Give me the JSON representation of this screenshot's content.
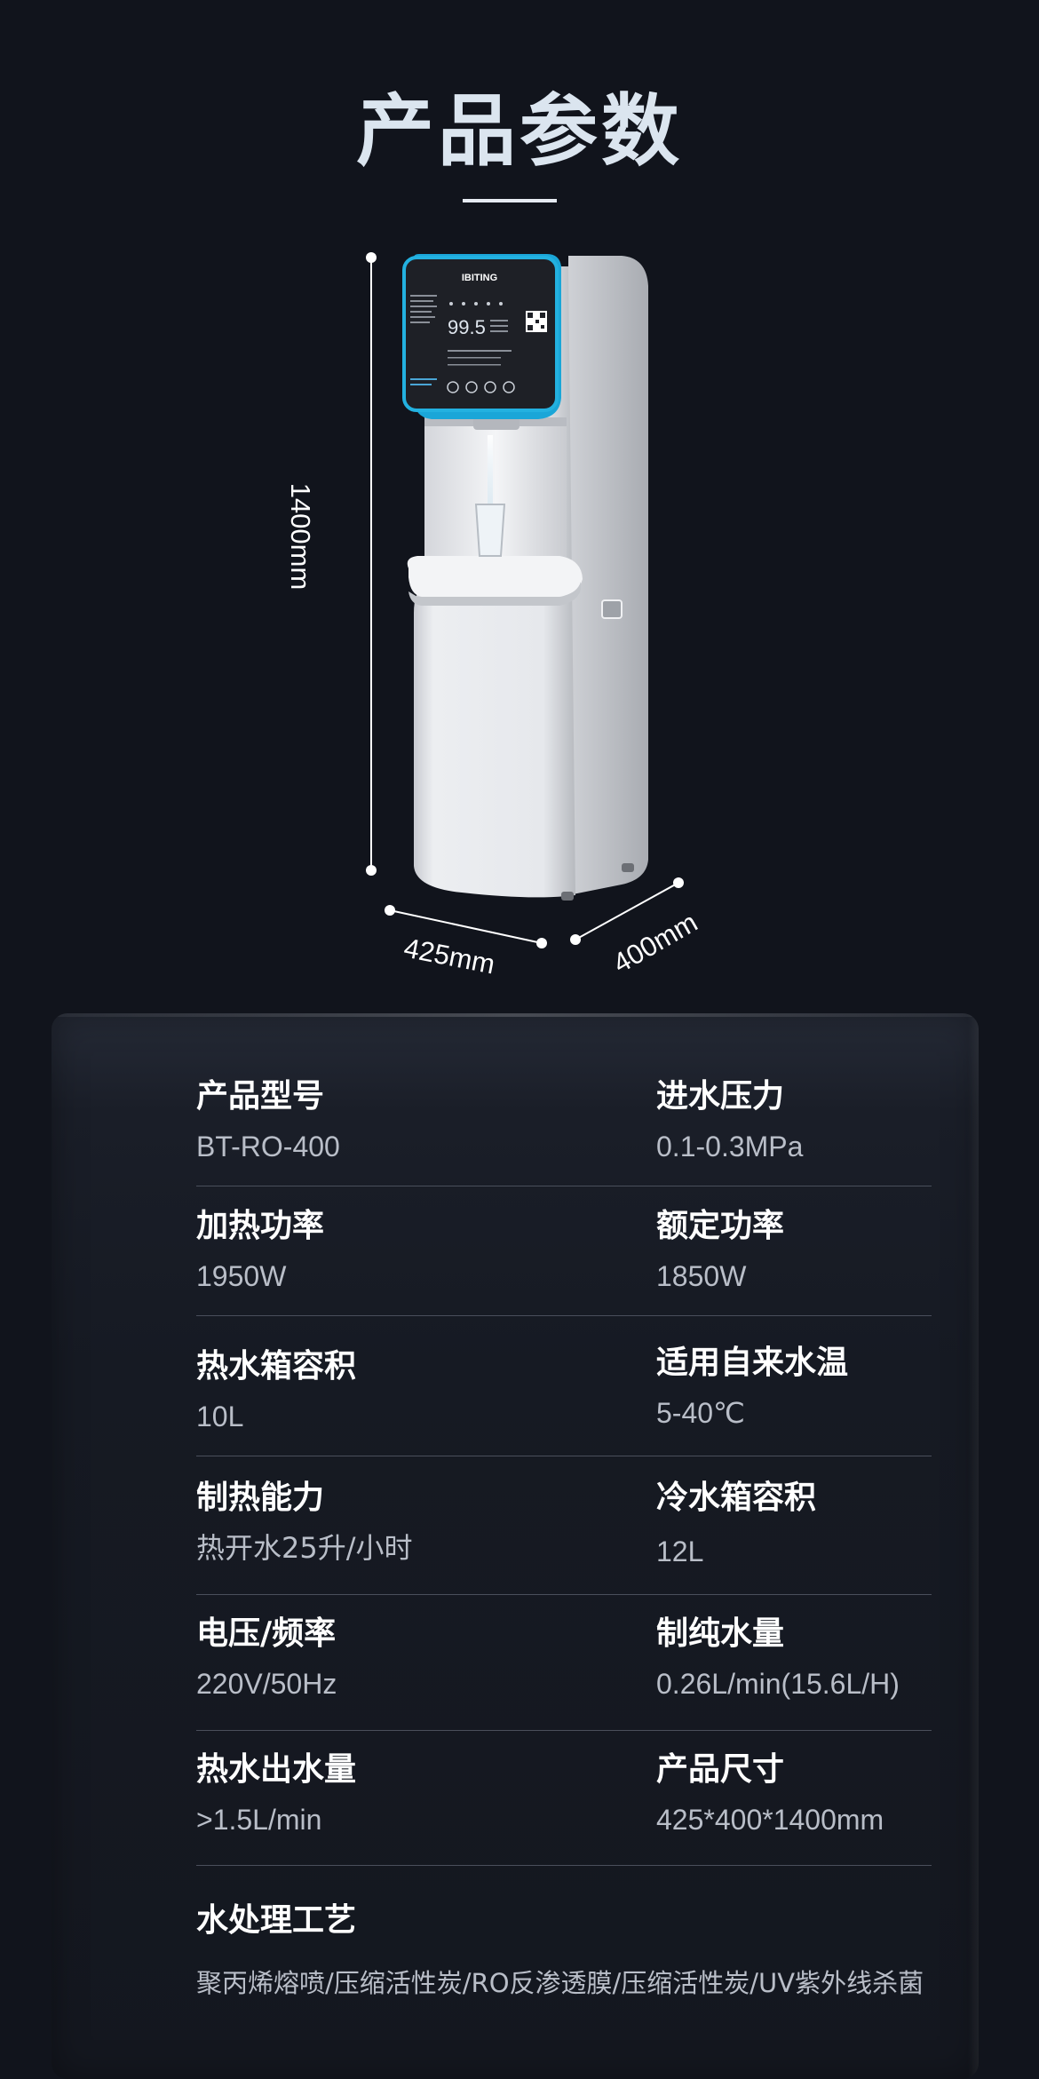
{
  "header": {
    "title": "产品参数"
  },
  "product_image": {
    "brand": "IBITING",
    "display_reading": "99.5",
    "dimensions": {
      "height": "1400mm",
      "width": "425mm",
      "depth": "400mm"
    }
  },
  "specs": [
    {
      "left": {
        "label": "产品型号",
        "value": "BT-RO-400"
      },
      "right": {
        "label": "进水压力",
        "value": "0.1-0.3MPa"
      }
    },
    {
      "left": {
        "label": "加热功率",
        "value": "1950W"
      },
      "right": {
        "label": "额定功率",
        "value": "1850W"
      }
    },
    {
      "left": {
        "label": "热水箱容积",
        "value": "10L"
      },
      "right": {
        "label": "适用自来水温",
        "value": "5-40℃"
      }
    },
    {
      "left": {
        "label": "制热能力",
        "value": "热开水25升/小时"
      },
      "right": {
        "label": "冷水箱容积",
        "value": "12L"
      }
    },
    {
      "left": {
        "label": "电压/频率",
        "value": "220V/50Hz"
      },
      "right": {
        "label": "制纯水量",
        "value": "0.26L/min(15.6L/H)"
      }
    },
    {
      "left": {
        "label": "热水出水量",
        "value": ">1.5L/min"
      },
      "right": {
        "label": "产品尺寸",
        "value": "425*400*1400mm"
      }
    }
  ],
  "process": {
    "label": "水处理工艺",
    "value": "聚丙烯熔喷/压缩活性炭/RO反渗透膜/压缩活性炭/UV紫外线杀菌"
  },
  "colors": {
    "background": "#11141c",
    "accent_bezel": "#1aa6d8",
    "panel": "#1e2026",
    "body": "#e9eaee"
  }
}
